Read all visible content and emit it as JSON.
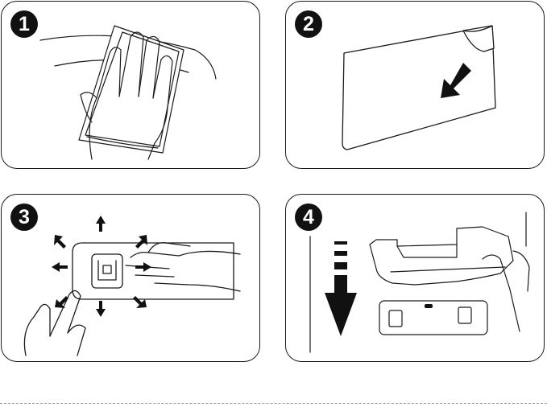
{
  "steps": [
    {
      "number": "1",
      "icon": "hand-wiping-cloth"
    },
    {
      "number": "2",
      "icon": "peel-adhesive-film"
    },
    {
      "number": "3",
      "icon": "press-mount-plate"
    },
    {
      "number": "4",
      "icon": "slide-holder-down"
    }
  ],
  "colors": {
    "line": "#1a1a1a",
    "badge": "#111111",
    "separator": "#9a9a9a"
  }
}
